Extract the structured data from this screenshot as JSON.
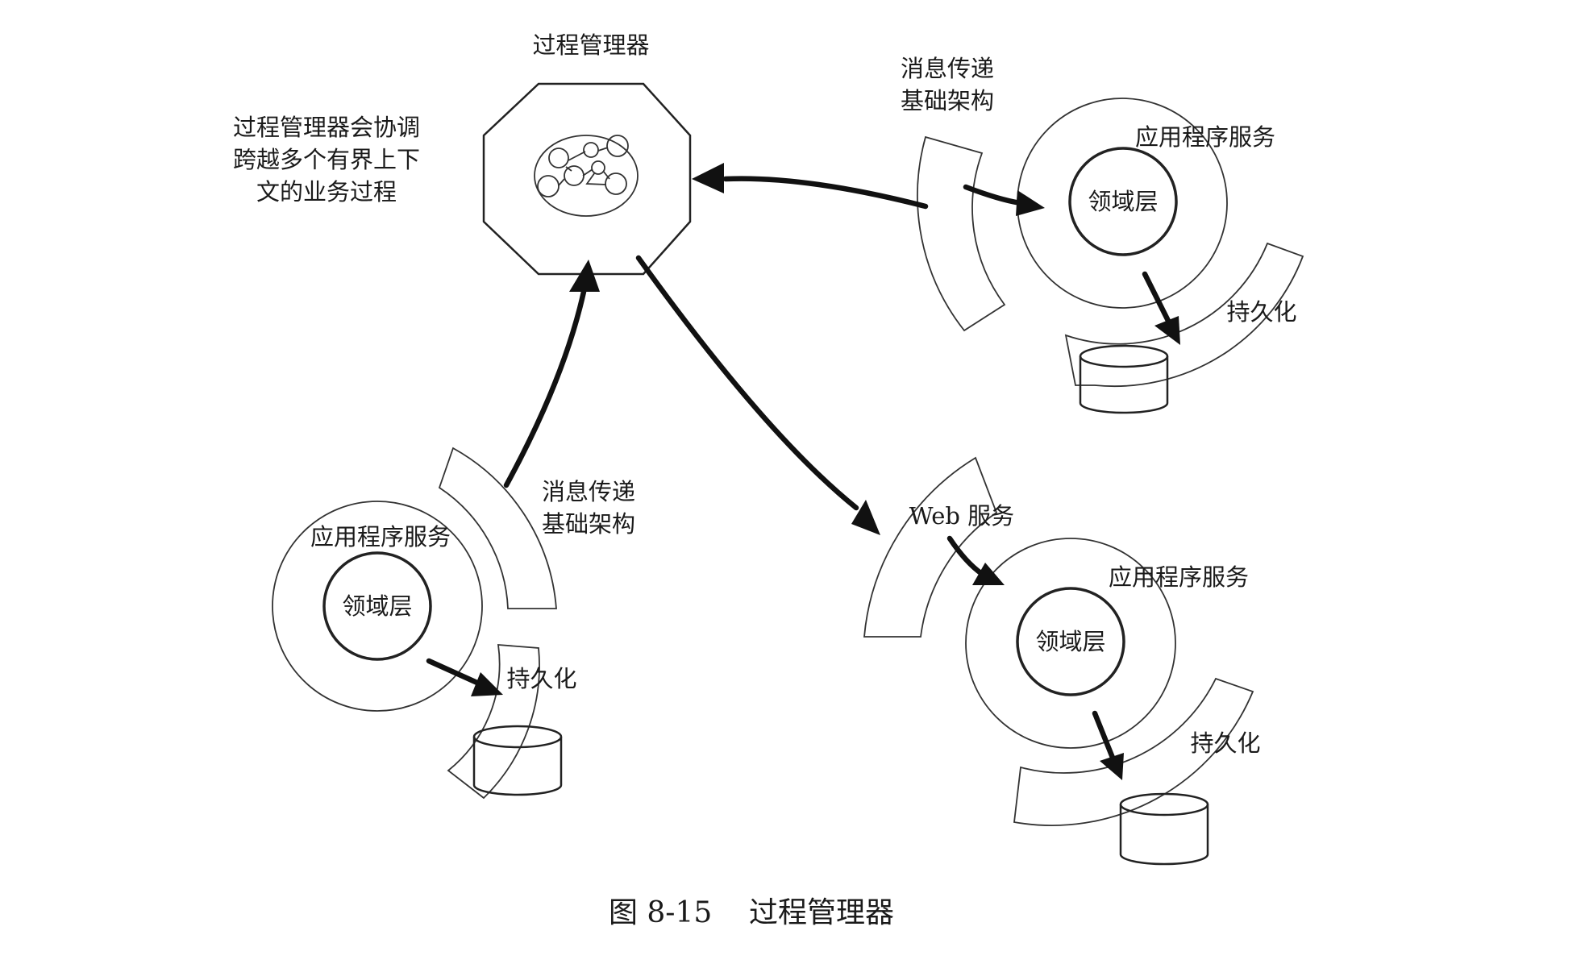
{
  "process_manager": {
    "title": "过程管理器",
    "description_lines": [
      "过程管理器会协调",
      "跨越多个有界上下",
      "文的业务过程"
    ]
  },
  "context_top_right": {
    "messaging_lines": [
      "消息传递",
      "基础架构"
    ],
    "application_services": "应用程序服务",
    "domain_layer": "领域层",
    "persistence": "持久化"
  },
  "context_bottom_left": {
    "messaging_lines": [
      "消息传递",
      "基础架构"
    ],
    "application_services": "应用程序服务",
    "domain_layer": "领域层",
    "persistence": "持久化"
  },
  "context_bottom_right": {
    "web_services": "Web 服务",
    "application_services": "应用程序服务",
    "domain_layer": "领域层",
    "persistence": "持久化"
  },
  "caption": "图 8-15    过程管理器"
}
